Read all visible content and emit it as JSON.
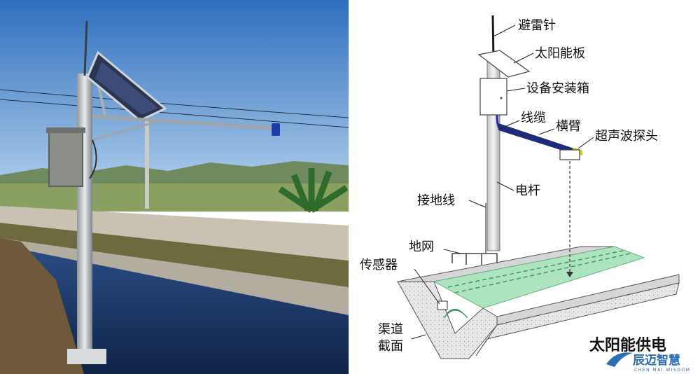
{
  "labels": {
    "lightning_rod": "避雷针",
    "solar_panel": "太阳能板",
    "equipment_box": "设备安装箱",
    "cable": "线缆",
    "cross_arm": "横臂",
    "ultrasonic_probe": "超声波探头",
    "pole": "电杆",
    "ground_wire": "接地线",
    "ground_net": "地网",
    "sensor": "传感器",
    "channel_section_line1": "渠道",
    "channel_section_line2": "截面"
  },
  "title": "太阳能供电",
  "brand": {
    "name": "辰迈智慧",
    "sub": "CHEN MAI WISDOM"
  },
  "colors": {
    "sky": "#4f86c6",
    "water": "#1e3a66",
    "cross_arm": "#1f2a7a",
    "probe_tip": "#c8d400",
    "channel_water": "#aee3c0",
    "brand": "#2a6db0"
  }
}
